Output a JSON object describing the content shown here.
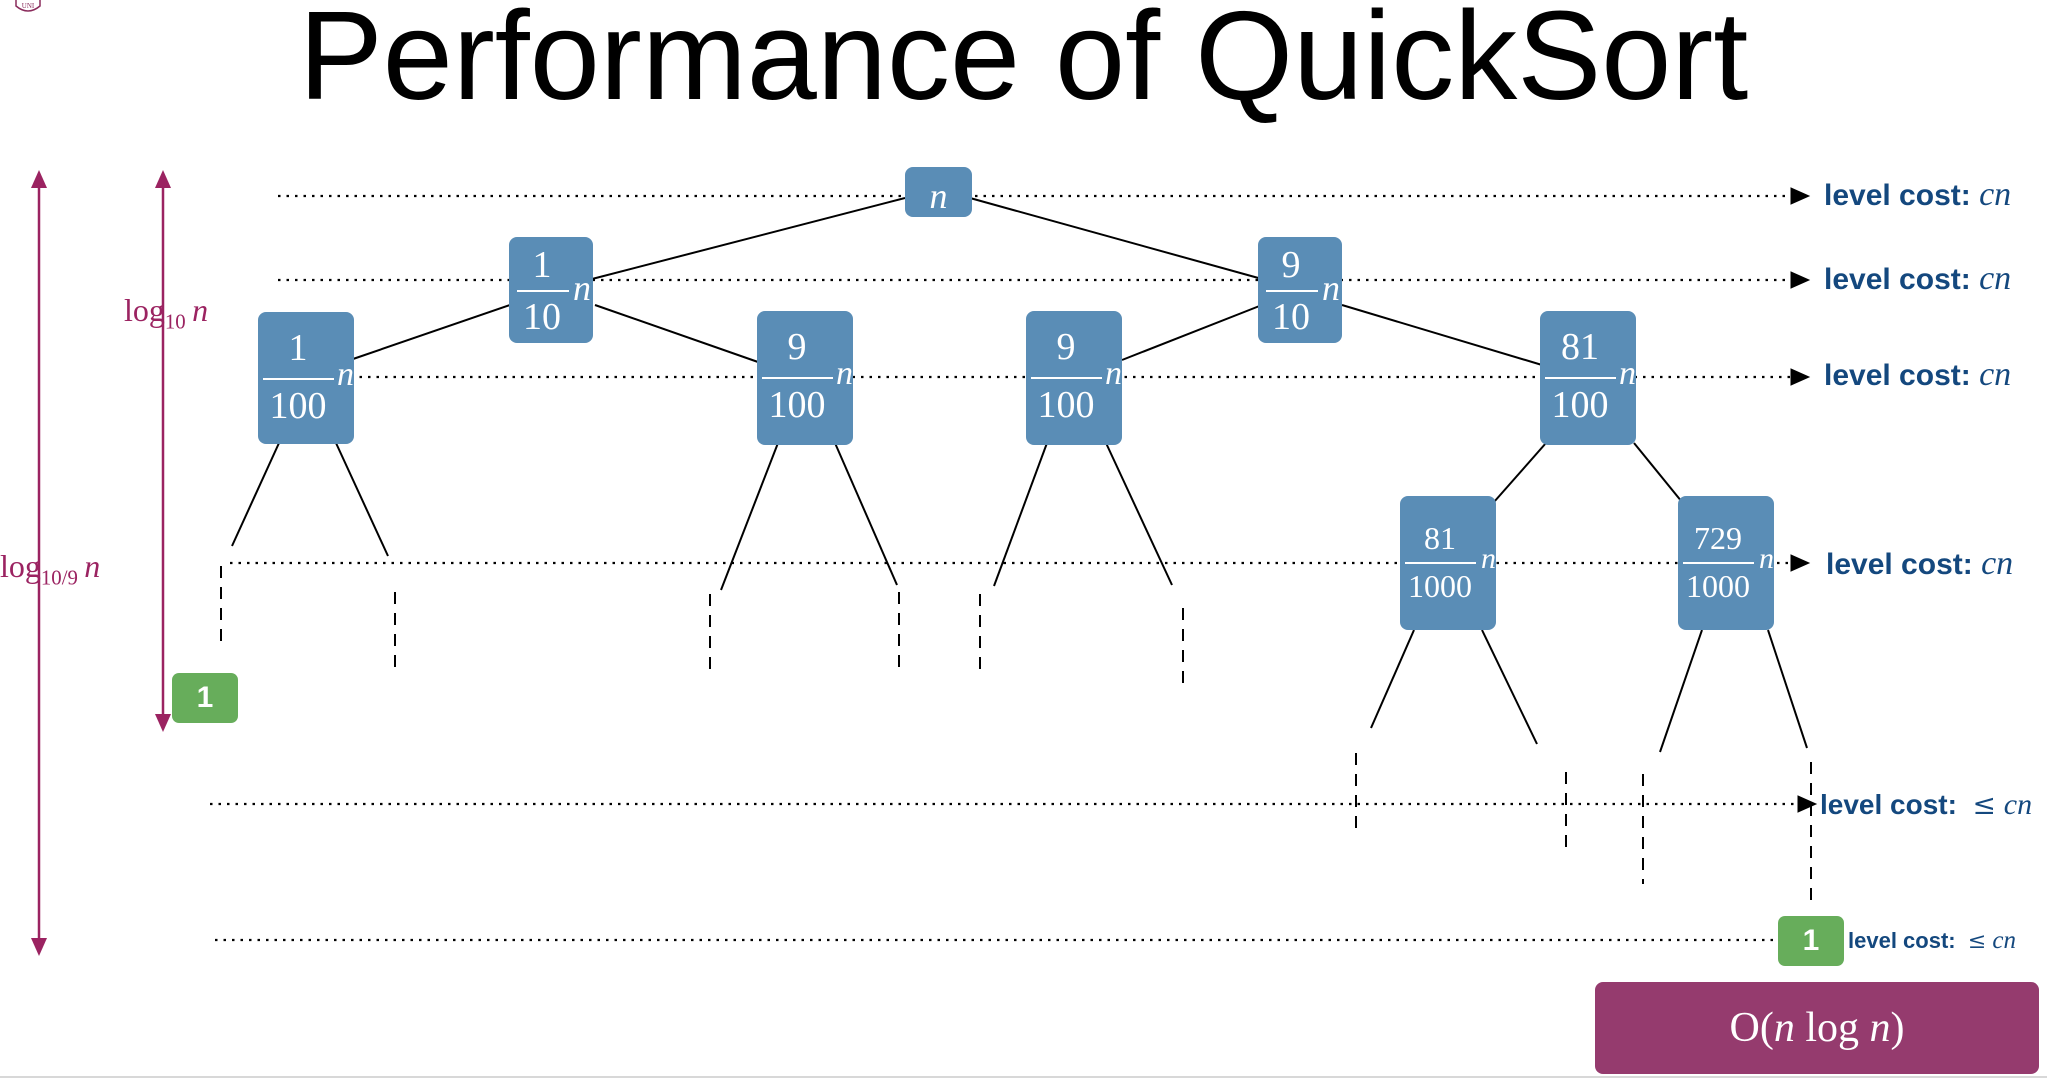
{
  "slide": {
    "title": "Performance of QuickSort"
  },
  "tree": {
    "root": {
      "label": "n"
    },
    "level1": [
      {
        "num": "1",
        "den": "10",
        "var": "n"
      },
      {
        "num": "9",
        "den": "10",
        "var": "n"
      }
    ],
    "level2": [
      {
        "num": "1",
        "den": "100",
        "var": "n"
      },
      {
        "num": "9",
        "den": "100",
        "var": "n"
      },
      {
        "num": "9",
        "den": "100",
        "var": "n"
      },
      {
        "num": "81",
        "den": "100",
        "var": "n"
      }
    ],
    "level3": [
      {
        "num": "81",
        "den": "1000",
        "var": "n"
      },
      {
        "num": "729",
        "den": "1000",
        "var": "n"
      }
    ],
    "leaves": [
      "1",
      "1"
    ]
  },
  "level_costs": [
    {
      "label": "level cost:",
      "value": "cn",
      "le": ""
    },
    {
      "label": "level cost:",
      "value": "cn",
      "le": ""
    },
    {
      "label": "level cost:",
      "value": "cn",
      "le": ""
    },
    {
      "label": "level cost:",
      "value": "cn",
      "le": ""
    },
    {
      "label": "level cost:",
      "value": "cn",
      "le": "≤"
    },
    {
      "label": "level cost:",
      "value": "cn",
      "le": "≤"
    }
  ],
  "depth_labels": {
    "short": {
      "base_text": "log",
      "sub": "10",
      "var": "n"
    },
    "long": {
      "base_text": "log",
      "sub": "10/9",
      "var": "n"
    }
  },
  "result": {
    "prefix": "O(",
    "var1": "n",
    "mid": " log ",
    "var2": "n",
    "suffix": ")"
  },
  "colors": {
    "node": "#5a8db6",
    "leaf": "#67ad5b",
    "cost_text": "#14487e",
    "depth_arrow": "#9b2361",
    "result_box": "#953b6e"
  }
}
